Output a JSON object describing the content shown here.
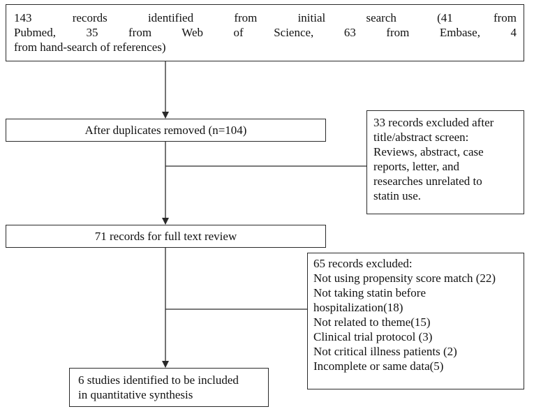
{
  "boxes": {
    "identified": {
      "lines": [
        "143 records identified from initial search (41 from",
        "Pubmed, 35 from Web of Science, 63 from Embase, 4",
        "from hand-search of references)"
      ]
    },
    "duplicates": {
      "lines": [
        "After duplicates removed (n=104)"
      ]
    },
    "excluded_screen": {
      "lines": [
        "33 records excluded after",
        "title/abstract screen:",
        "Reviews, abstract, case",
        "reports, letter, and",
        "researches unrelated to",
        "statin use."
      ]
    },
    "full_text": {
      "lines": [
        "71 records for full text review"
      ]
    },
    "excluded_full": {
      "lines": [
        "65 records excluded:",
        "Not using propensity score match (22)",
        "Not taking statin before",
        "hospitalization(18)",
        "Not related to theme(15)",
        "Clinical trial protocol (3)",
        "Not critical illness patients (2)",
        "Incomplete or same data(5)"
      ]
    },
    "included": {
      "lines": [
        "6 studies identified to be included",
        "in quantitative synthesis"
      ]
    }
  },
  "colors": {
    "line": "#2a2a2a",
    "text": "#111111",
    "background": "#ffffff"
  }
}
